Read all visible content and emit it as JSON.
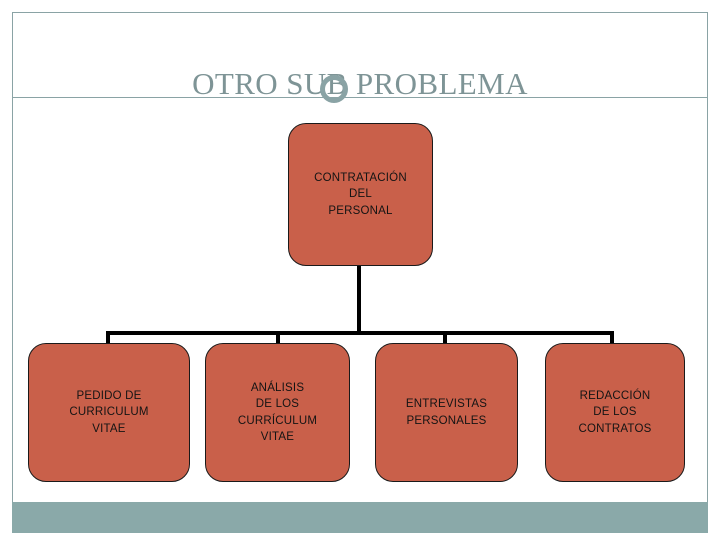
{
  "slide": {
    "title": "OTRO SUB PROBLEMA",
    "title_color": "#7e9496",
    "accent_rule_color": "#8aa3a5",
    "footer_bar_color": "#8aa9a9",
    "background_color": "#ffffff"
  },
  "chart": {
    "type": "org-chart",
    "node_fill_color": "#c9604a",
    "node_border_color": "#1a1a1a",
    "connector_color": "#000000",
    "root": {
      "id": "root",
      "label": "CONTRATACIÓN\nDEL\nPERSONAL"
    },
    "children": [
      {
        "id": "c0",
        "label": "PEDIDO DE\nCURRICULUM\nVITAE"
      },
      {
        "id": "c1",
        "label": "ANÁLISIS\nDE LOS\nCURRÍCULUM\nVITAE"
      },
      {
        "id": "c2",
        "label": "ENTREVISTAS\nPERSONALES"
      },
      {
        "id": "c3",
        "label": "REDACCIÓN\nDE LOS\nCONTRATOS"
      }
    ]
  }
}
